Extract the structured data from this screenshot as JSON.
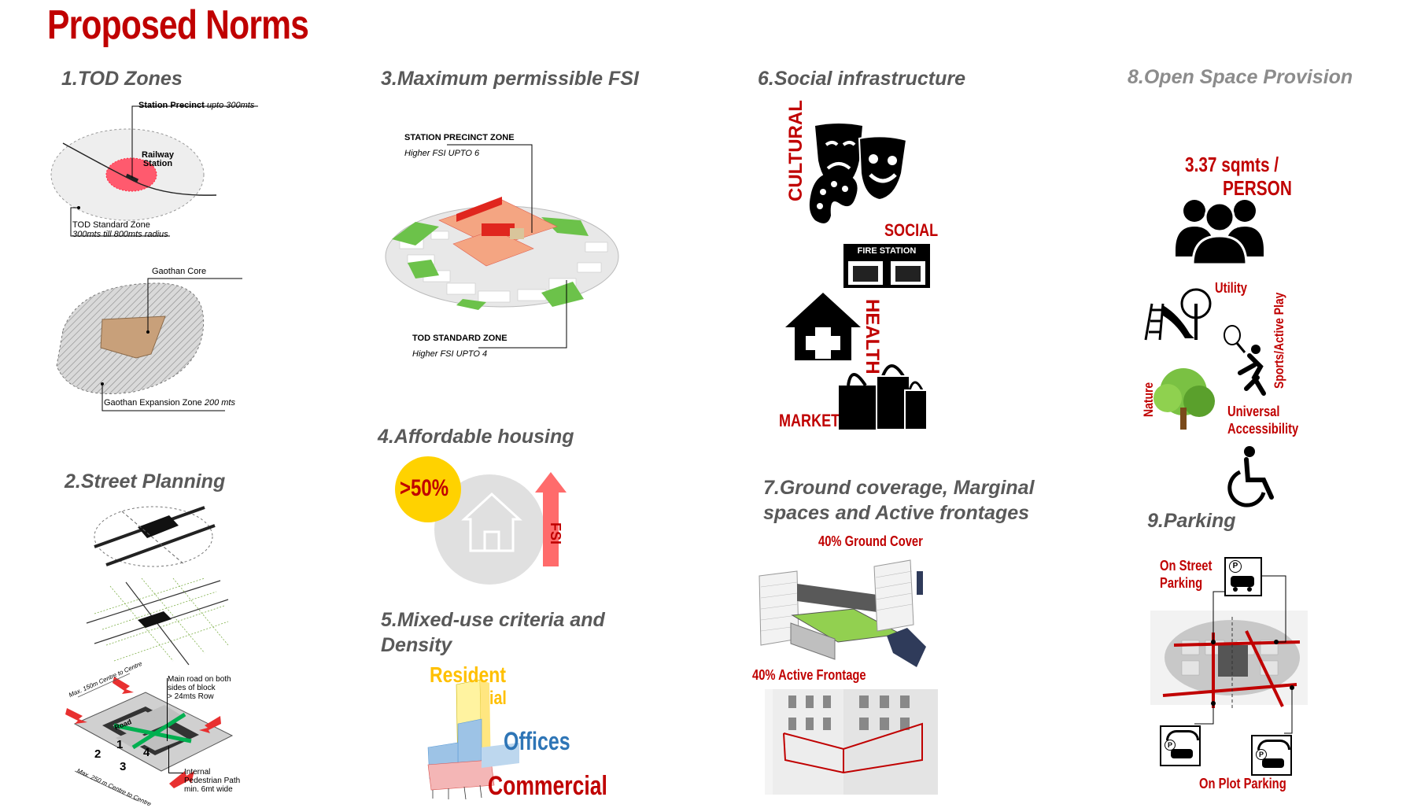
{
  "title": "Proposed Norms",
  "colors": {
    "accent_red": "#c00000",
    "heading_grey": "#595959",
    "yellow": "#ffd200",
    "blue": "#2e75b6",
    "green": "#92d050",
    "orange": "#ffc000"
  },
  "s1": {
    "heading": "1.TOD Zones",
    "station_precinct": "Station Precinct",
    "station_precinct_note": "upto 300mts",
    "railway": "Railway",
    "station": "Station",
    "tod_standard": "TOD Standard Zone",
    "tod_standard_note": "300mts till 800mts radius",
    "gaothan_core": "Gaothan Core",
    "gaothan_expansion": "Gaothan Expansion Zone",
    "gaothan_expansion_note": "200 mts"
  },
  "s2": {
    "heading": "2.Street Planning",
    "main_road_1": "Main road on both",
    "main_road_2": "sides of block",
    "main_road_3": "> 24mts Row",
    "internal_1": "Internal",
    "internal_2": "Pedestrian Path",
    "internal_3": "min. 6mt wide",
    "max150": "Max. 150m Centre to Centre",
    "max250": "Max. 250 m Centre to Centre",
    "road": "Road",
    "blocks": [
      "1",
      "2",
      "3",
      "4"
    ]
  },
  "s3": {
    "heading": "3.Maximum permissible FSI",
    "zone1": "STATION PRECINCT ZONE",
    "zone1_fsi": "Higher FSI UPTO 6",
    "zone2": "TOD STANDARD ZONE",
    "zone2_fsi": "Higher FSI  UPTO  4"
  },
  "s4": {
    "heading": "4.Affordable housing",
    "percent": ">50%",
    "fsi": "FSI"
  },
  "s5": {
    "heading_1": "5.Mixed-use criteria and",
    "heading_2": "Density",
    "residential_1": "Resident",
    "residential_2": "ial",
    "offices": "Offices",
    "commercial": "Commercial"
  },
  "s6": {
    "heading": "6.Social infrastructure",
    "cultural": "CULTURAL",
    "social": "SOCIAL",
    "fire_station": "FIRE STATION",
    "health": "HEALTH",
    "market": "MARKET"
  },
  "s7": {
    "heading_1": "7.Ground coverage, Marginal",
    "heading_2": "spaces and Active frontages",
    "ground_cover": "40% Ground Cover",
    "active_frontage": "40% Active Frontage"
  },
  "s8": {
    "heading": "8.Open Space Provision",
    "ratio_1": "3.37 sqmts /",
    "ratio_2": "PERSON",
    "utility": "Utility",
    "sports": "Sports/Active Play",
    "nature": "Nature",
    "universal_1": "Universal",
    "universal_2": "Accessibility"
  },
  "s9": {
    "heading": "9.Parking",
    "on_street_1": "On Street",
    "on_street_2": "Parking",
    "on_plot": "On Plot Parking",
    "p": "P"
  }
}
